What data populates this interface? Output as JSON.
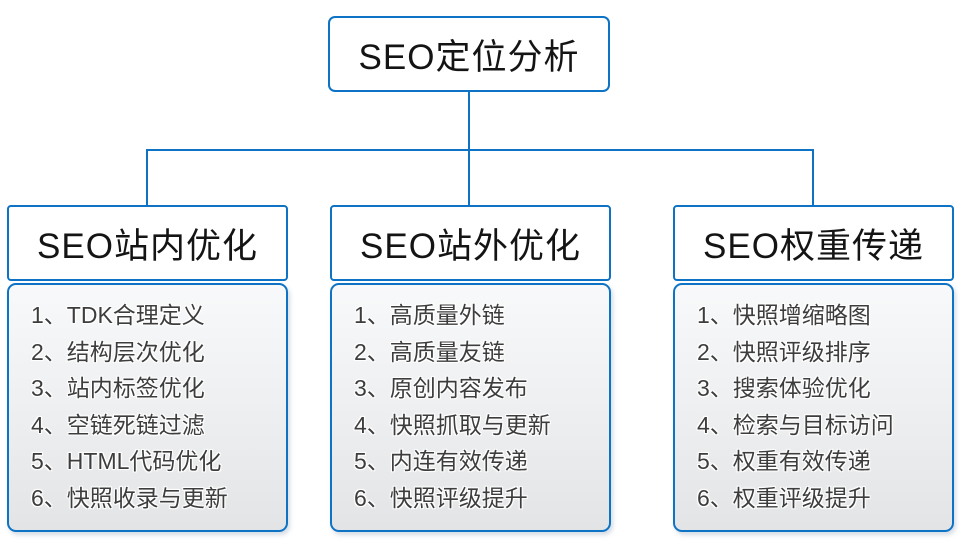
{
  "colors": {
    "line_blue": "#0e73c4",
    "list_bg_top": "#f8f9fa",
    "list_bg_bottom": "#e2e4e6",
    "text_dark": "#141414",
    "list_text": "#3d3d3d"
  },
  "root": {
    "title": "SEO定位分析"
  },
  "columns": [
    {
      "title": "SEO站内优化",
      "items": [
        "1、TDK合理定义",
        "2、结构层次优化",
        "3、站内标签优化",
        "4、空链死链过滤",
        "5、HTML代码优化",
        "6、快照收录与更新"
      ]
    },
    {
      "title": "SEO站外优化",
      "items": [
        "1、高质量外链",
        "2、高质量友链",
        "3、原创内容发布",
        "4、快照抓取与更新",
        "5、内连有效传递",
        "6、快照评级提升"
      ]
    },
    {
      "title": "SEO权重传递",
      "items": [
        "1、快照增缩略图",
        "2、快照评级排序",
        "3、搜索体验优化",
        "4、检索与目标访问",
        "5、权重有效传递",
        "6、权重评级提升"
      ]
    }
  ]
}
